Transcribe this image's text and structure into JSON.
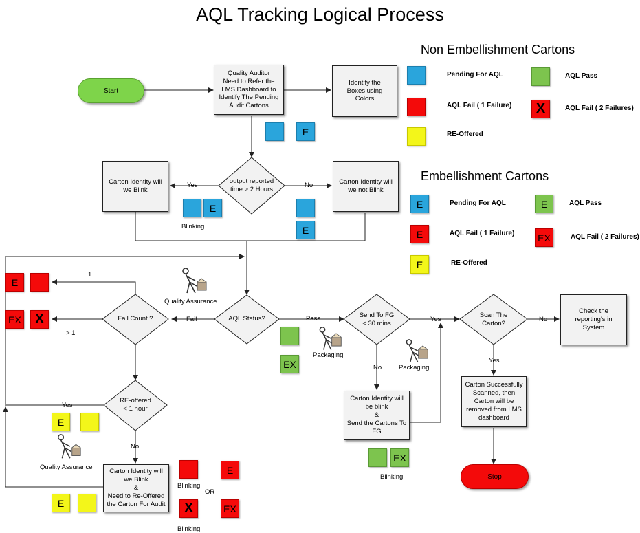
{
  "title": "AQL Tracking Logical Process",
  "legend_non": {
    "heading": "Non Embellishment Cartons",
    "pending": "Pending For AQL",
    "pass": "AQL Pass",
    "fail1": "AQL Fail ( 1 Failure)",
    "fail2": "AQL Fail ( 2 Failures)",
    "reoffered": "RE-Offered",
    "x": "X"
  },
  "legend_emb": {
    "heading": "Embellishment Cartons",
    "pending": "Pending For AQL",
    "pass": "AQL Pass",
    "fail1": "AQL Fail ( 1 Failure)",
    "fail2": "AQL Fail ( 2 Failures)",
    "reoffered": "RE-Offered",
    "e": "E",
    "ex": "EX"
  },
  "nodes": {
    "start": "Start",
    "stop": "Stop",
    "quality_auditor": "Quality Auditor\nNeed to Refer the\nLMS Dashboard to\nIdentify The Pending\nAudit Cartons",
    "identify_boxes": "Identify the\nBoxes using\nColors",
    "output_reported": "output reported\ntime > 2 Hours",
    "blink_left": "Carton Identity will\nwe Blink",
    "not_blink": "Carton Identity will\nwe not Blink",
    "aql_status": "AQL Status?",
    "fail_count": "Fail Count ?",
    "re_offered": "RE-offered\n< 1 hour",
    "blink_reoffer": "Carton Identity will\nwe Blink\n&\nNeed to Re-Offered\nthe Carton For Audit",
    "send_to_fg": "Send To FG\n< 30 mins",
    "blink_send": "Carton Identity will\nbe blink\n&\nSend the Cartons To\nFG",
    "scan_carton": "Scan The\nCarton?",
    "check_reporting": "Check the\nreporting's in\nSystem",
    "scanned": "Carton Successfully\nScanned, then\nCarton will be\nremoved from LMS\ndashboard"
  },
  "edges": {
    "yes": "Yes",
    "no": "No",
    "fail": "Fail",
    "pass": "Pass",
    "one": "1",
    "gt1": "> 1",
    "or": "OR"
  },
  "labels": {
    "blinking": "Blinking",
    "quality_assurance": "Quality Assurance",
    "packaging": "Packaging",
    "e": "E",
    "ex": "EX",
    "x": "X"
  },
  "colors": {
    "blue": "#2aa5dc",
    "red": "#f40a0a",
    "yellow": "#f3f61a",
    "green": "#7dc44e",
    "start_green": "#7ed44a",
    "stop_red": "#f40a0a"
  }
}
